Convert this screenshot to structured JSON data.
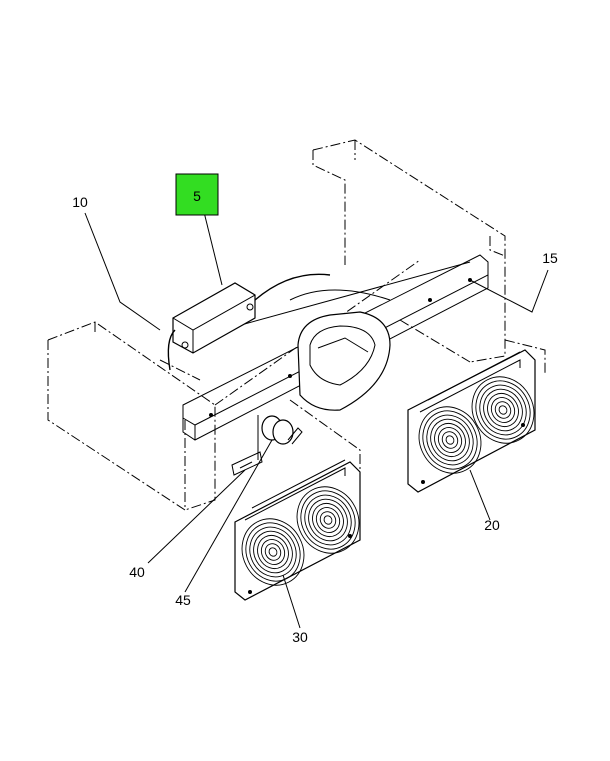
{
  "callouts": {
    "c5": "5",
    "c10": "10",
    "c15": "15",
    "c20": "20",
    "c30": "30",
    "c40": "40",
    "c45": "45"
  },
  "highlight_color": "#33dd22"
}
